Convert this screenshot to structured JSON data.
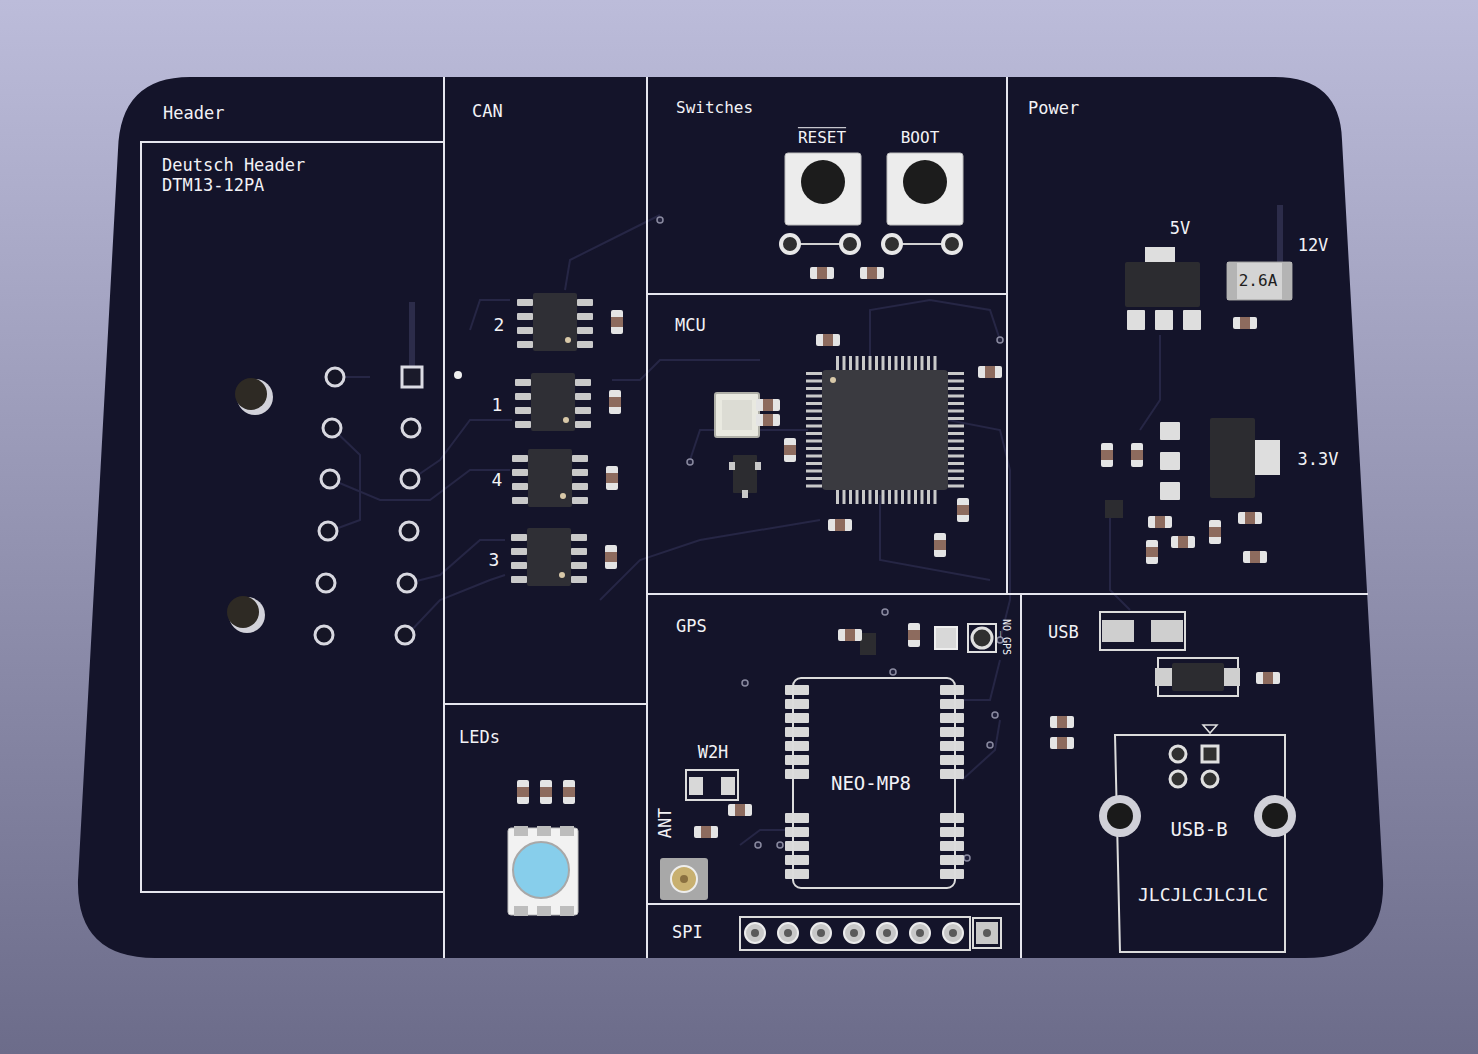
{
  "diagram": {
    "nodes": [
      {
        "text": [
          "Header"
        ]
      },
      {
        "text": [
          "Deutsch Header",
          "DTM13-12PA"
        ],
        "in": 0
      },
      {
        "text": [
          "CAN"
        ]
      },
      {
        "text": [
          "Switches"
        ]
      },
      {
        "text": [
          "Power"
        ]
      },
      {
        "text": [
          "MCU"
        ]
      },
      {
        "text": [
          "GPS"
        ]
      },
      {
        "text": [
          "USB"
        ]
      },
      {
        "text": [
          "LEDs"
        ]
      },
      {
        "text": [
          "SPI"
        ]
      }
    ],
    "labels": [
      "2",
      "1",
      "4",
      "3",
      "RESET",
      "BOOT",
      "5V",
      "12V",
      "2.6A",
      "3.3V",
      "NO_GPS",
      "W2H",
      "ANT",
      "NEO-MP8",
      "USB-B",
      "JLCJLCJLCJLC"
    ]
  }
}
